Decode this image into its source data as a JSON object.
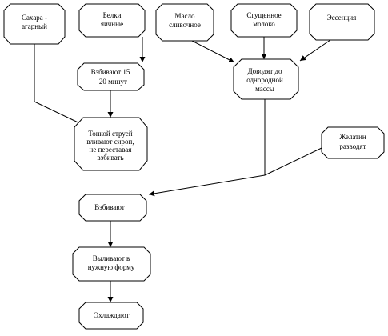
{
  "nodes": {
    "sugar_agar": {
      "lines": [
        "Сахара -",
        "агарный"
      ]
    },
    "egg_whites": {
      "lines": [
        "Белки",
        "яичные"
      ]
    },
    "butter": {
      "lines": [
        "Масло",
        "сливочное"
      ]
    },
    "condensed_milk": {
      "lines": [
        "Сгущенное",
        "молоко"
      ]
    },
    "essence": {
      "lines": [
        "Эссенция"
      ]
    },
    "beat_15_20": {
      "lines": [
        "Взбивают 15",
        "– 20 минут"
      ]
    },
    "bring_uniform": {
      "lines": [
        "Доводят до",
        "однородной",
        "массы"
      ]
    },
    "pour_syrup": {
      "lines": [
        "Тонкой струей",
        "вливают сироп,",
        "не переставая",
        "взбивать"
      ]
    },
    "gelatin": {
      "lines": [
        "Желатин",
        "разводят"
      ]
    },
    "beat": {
      "lines": [
        "Взбивают"
      ]
    },
    "pour_mold": {
      "lines": [
        "Выливают в",
        "нужную форму"
      ]
    },
    "cool": {
      "lines": [
        "Охлаждают"
      ]
    }
  }
}
